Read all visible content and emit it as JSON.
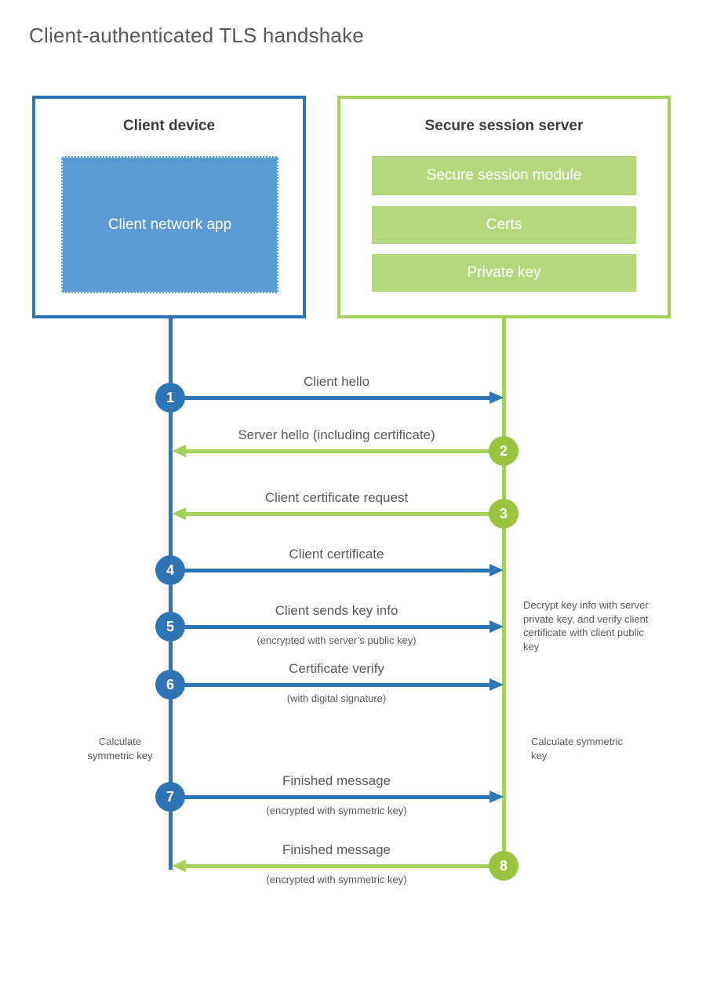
{
  "title": "Client-authenticated TLS handshake",
  "colors": {
    "blue": "#2e75b6",
    "blue_fill": "#5b9bd5",
    "green": "#a4cf5b",
    "green_circle": "#9ac43f",
    "green_fill": "#b5d87c",
    "text": "#595959"
  },
  "client": {
    "title": "Client device",
    "app_label": "Client network app"
  },
  "server": {
    "title": "Secure session server",
    "modules": [
      "Secure session module",
      "Certs",
      "Private key"
    ]
  },
  "messages": [
    {
      "num": "1",
      "from": "client",
      "label": "Client hello",
      "sub": ""
    },
    {
      "num": "2",
      "from": "server",
      "label": "Server hello (including certificate)",
      "sub": ""
    },
    {
      "num": "3",
      "from": "server",
      "label": "Client certificate request",
      "sub": ""
    },
    {
      "num": "4",
      "from": "client",
      "label": "Client certificate",
      "sub": ""
    },
    {
      "num": "5",
      "from": "client",
      "label": "Client sends key info",
      "sub": "(encrypted with server’s public key)"
    },
    {
      "num": "6",
      "from": "client",
      "label": "Certificate verify",
      "sub": "(with digital signature)"
    },
    {
      "num": "7",
      "from": "client",
      "label": "Finished message",
      "sub": "(encrypted with symmetric key)"
    },
    {
      "num": "8",
      "from": "server",
      "label": "Finished message",
      "sub": "(encrypted with symmetric key)"
    }
  ],
  "annotations": {
    "decrypt_note": "Decrypt key info with server private key, and verify client certificate with client public key",
    "calc_left": "Calculate symmetric key",
    "calc_right": "Calculate symmetric key"
  }
}
